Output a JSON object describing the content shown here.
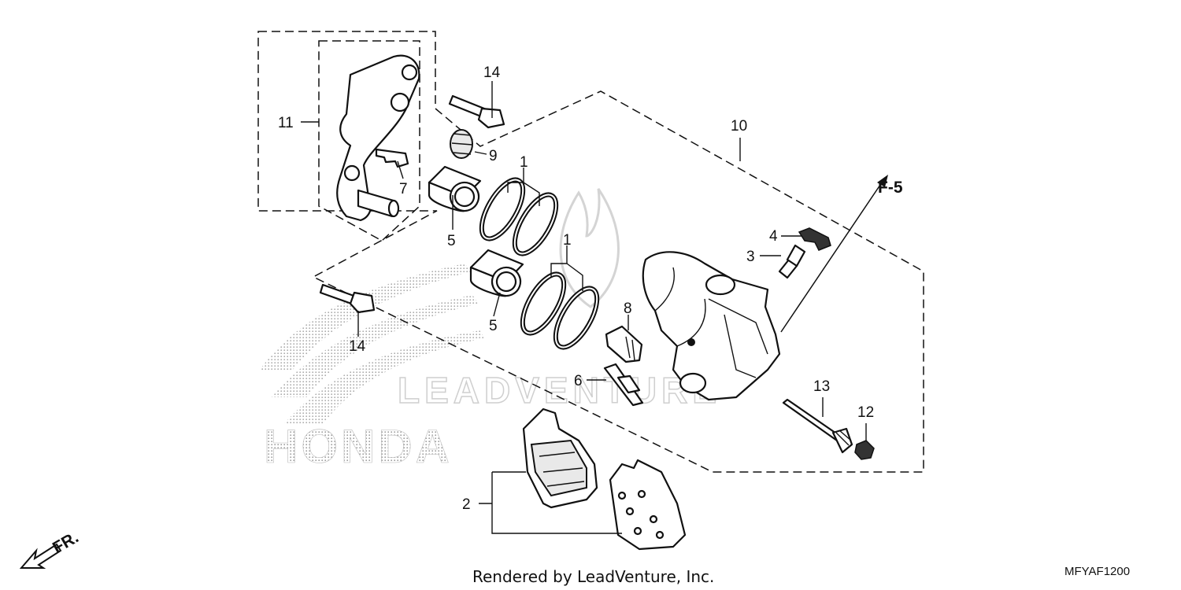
{
  "diagram": {
    "callouts": {
      "c1a": "1",
      "c1b": "1",
      "c2": "2",
      "c3": "3",
      "c4": "4",
      "c5a": "5",
      "c5b": "5",
      "c6": "6",
      "c7": "7",
      "c8": "8",
      "c9": "9",
      "c10": "10",
      "c11": "11",
      "c12": "12",
      "c13": "13",
      "c14a": "14",
      "c14b": "14"
    },
    "ref_marker": "F-5",
    "front_marker": "FR.",
    "watermark_brand": "HONDA",
    "watermark_company": "LEADVENTURE",
    "footer_credit": "Rendered by LeadVenture, Inc.",
    "diagram_code": "MFYAF1200"
  },
  "colors": {
    "line": "#111111",
    "watermark": "#b5b5b5",
    "background": "#ffffff"
  },
  "icons": {
    "front_arrow": "front-direction-arrow-icon",
    "reference_arrow": "reference-arrow-icon"
  }
}
